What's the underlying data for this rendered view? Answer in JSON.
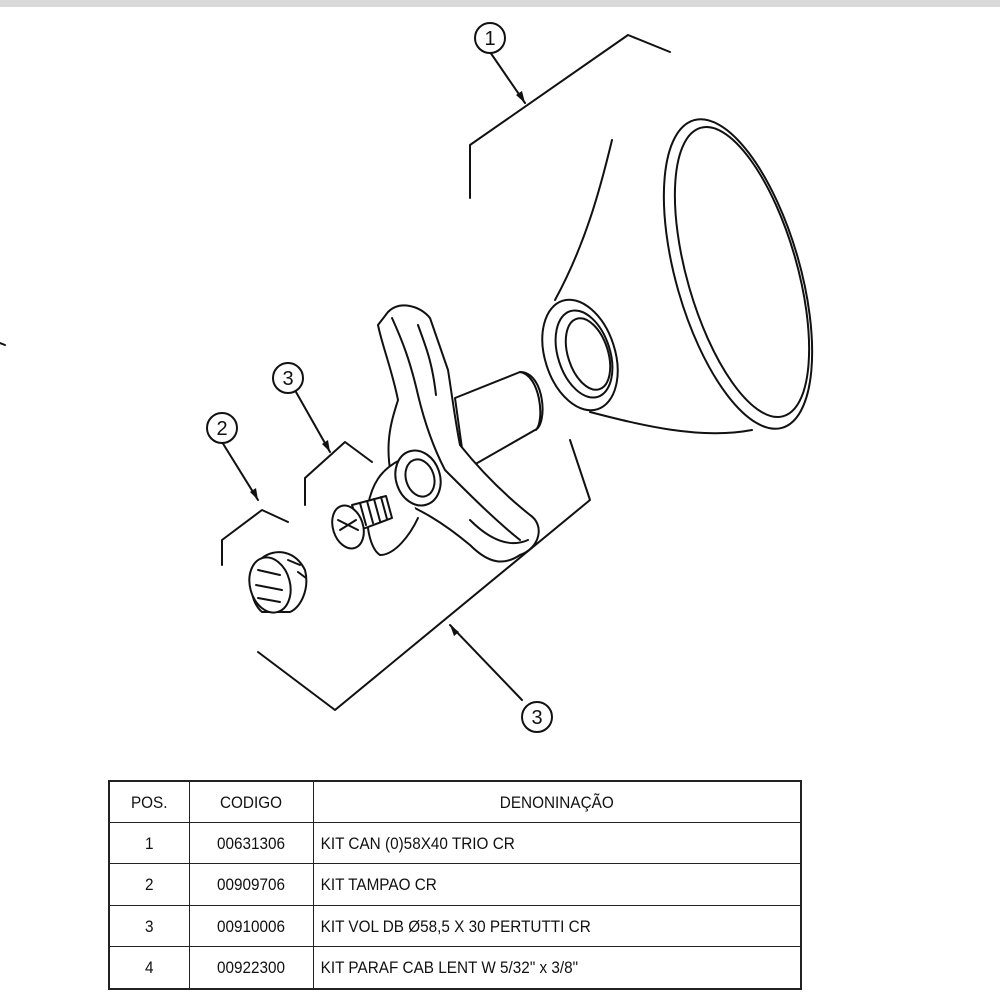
{
  "callouts": [
    {
      "id": "callout-1",
      "label": "1"
    },
    {
      "id": "callout-2",
      "label": "2"
    },
    {
      "id": "callout-3-upper",
      "label": "3"
    },
    {
      "id": "callout-3-lower",
      "label": "3"
    }
  ],
  "table": {
    "headers": {
      "pos": "POS.",
      "code": "CODIGO",
      "desc": "DENONINAÇÃO"
    },
    "rows": [
      {
        "pos": "1",
        "code": "00631306",
        "desc": "KIT CAN (0)58X40 TRIO CR"
      },
      {
        "pos": "2",
        "code": "00909706",
        "desc": "KIT TAMPAO CR"
      },
      {
        "pos": "3",
        "code": "00910006",
        "desc": "KIT VOL DB Ø58,5 X 30 PERTUTTI CR"
      },
      {
        "pos": "4",
        "code": "00922300",
        "desc": "KIT PARAF CAB LENT W 5/32\" x 3/8\""
      }
    ]
  }
}
